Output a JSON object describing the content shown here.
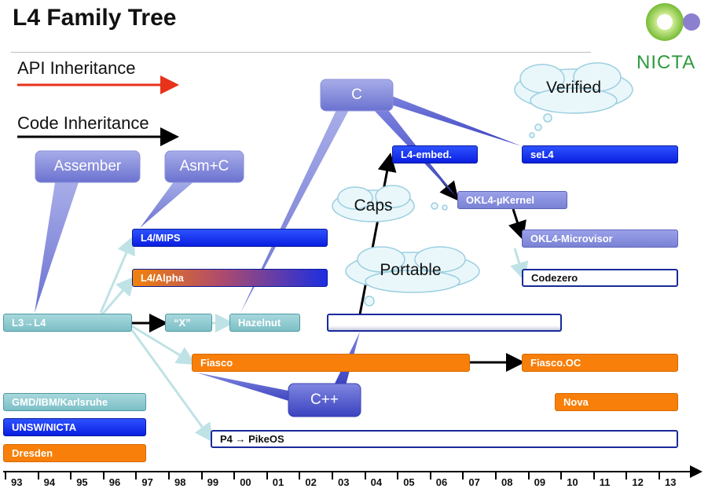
{
  "title": "L4 Family Tree",
  "logo": {
    "text": "NICTA",
    "colors": [
      "#9fd24a",
      "#8b7fcf"
    ]
  },
  "legend": {
    "api": {
      "label": "API Inheritance",
      "color": "#e8321a"
    },
    "code": {
      "label": "Code Inheritance",
      "color": "#000000"
    }
  },
  "callouts": {
    "assembler": "Assember",
    "asmc": "Asm+C",
    "c": "C",
    "cpp": "C++"
  },
  "clouds": {
    "verified": "Verified",
    "caps": "Caps",
    "portable": "Portable"
  },
  "kernels": {
    "l3l4": "L3→L4",
    "mips": "L4/MIPS",
    "alpha": "L4/Alpha",
    "x": "“X”",
    "hazelnut": "Hazelnut",
    "pistachio": "",
    "l4embed": "L4-embed.",
    "sel4": "seL4",
    "okl4kernel": "OKL4-µKernel",
    "okl4microvisor": "OKL4-Microvisor",
    "codezero": "Codezero",
    "fiasco": "Fiasco",
    "fiascooc": "Fiasco.OC",
    "nova": "Nova",
    "pikeos": "P4 → PikeOS"
  },
  "groups": {
    "gmd": "GMD/IBM/Karlsruhe",
    "unsw": "UNSW/NICTA",
    "dresden": "Dresden"
  },
  "group_colors": {
    "gmd": "#8cc9cf",
    "unsw": "#0a1fe0",
    "dresden": "#f77f0a"
  },
  "timeline": [
    "93",
    "94",
    "95",
    "96",
    "97",
    "98",
    "99",
    "00",
    "01",
    "02",
    "03",
    "04",
    "05",
    "06",
    "07",
    "08",
    "09",
    "10",
    "11",
    "12",
    "13"
  ]
}
